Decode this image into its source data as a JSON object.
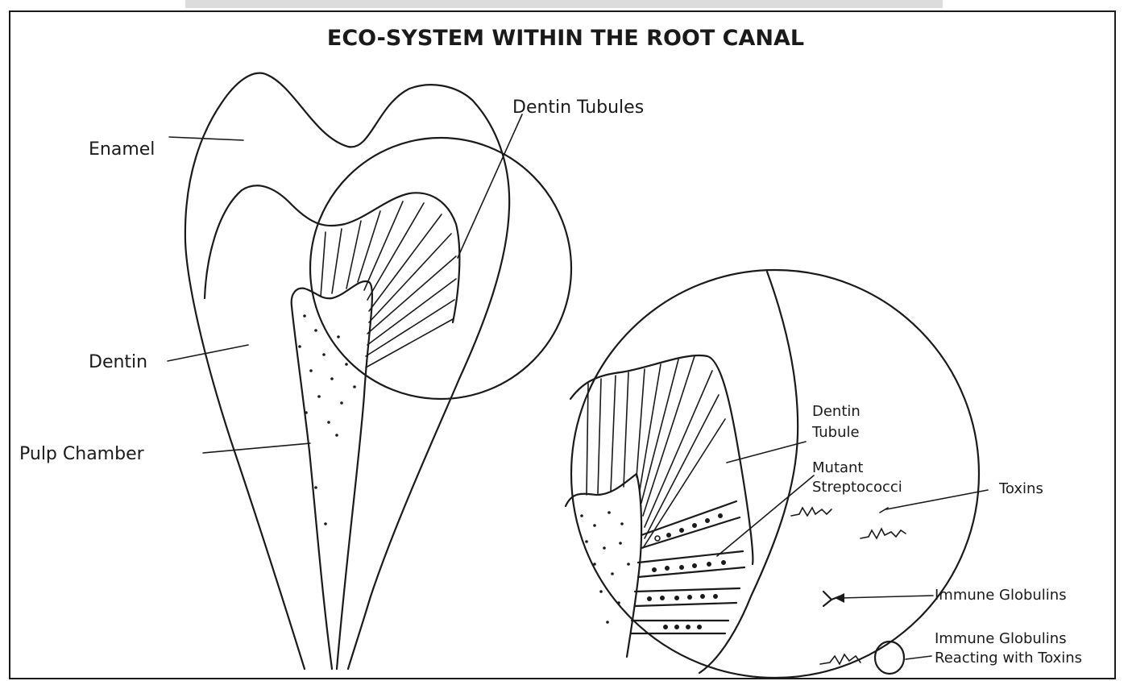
{
  "title": "ECO-SYSTEM WITHIN THE ROOT CANAL",
  "labels": {
    "enamel": "Enamel",
    "dentin": "Dentin",
    "pulp_chamber": "Pulp Chamber",
    "dentin_tubules": "Dentin Tubules",
    "dentin_tubule_line1": "Dentin",
    "dentin_tubule_line2": "Tubule",
    "mutant_line1": "Mutant",
    "mutant_line2": "Streptococci",
    "toxins": "Toxins",
    "immune_globulins": "Immune Globulins",
    "reacting_line1": "Immune Globulins",
    "reacting_line2": "Reacting with Toxins"
  }
}
